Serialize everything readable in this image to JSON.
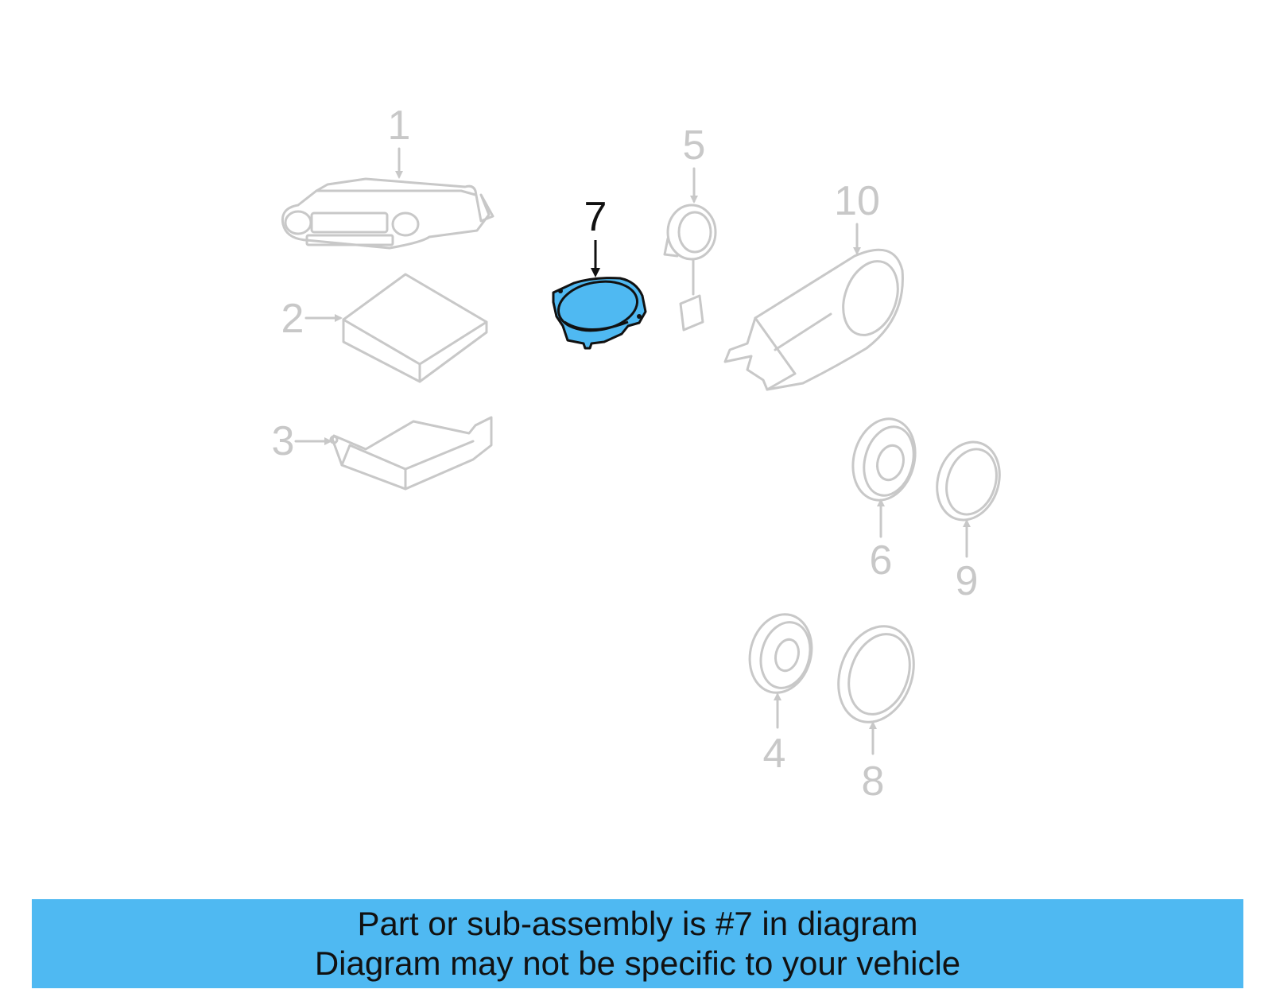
{
  "callouts": {
    "c1": "1",
    "c2": "2",
    "c3": "3",
    "c4": "4",
    "c5": "5",
    "c6": "6",
    "c7": "7",
    "c8": "8",
    "c9": "9",
    "c10": "10"
  },
  "highlighted_part": "7",
  "colors": {
    "highlight_fill": "#4fb9f2",
    "muted_line": "#c8c8c8",
    "banner_bg": "#4fb9f2",
    "text_dark": "#111111"
  },
  "banner": {
    "line1": "Part or sub-assembly is #7 in diagram",
    "line2": "Diagram may not be specific to your vehicle"
  }
}
